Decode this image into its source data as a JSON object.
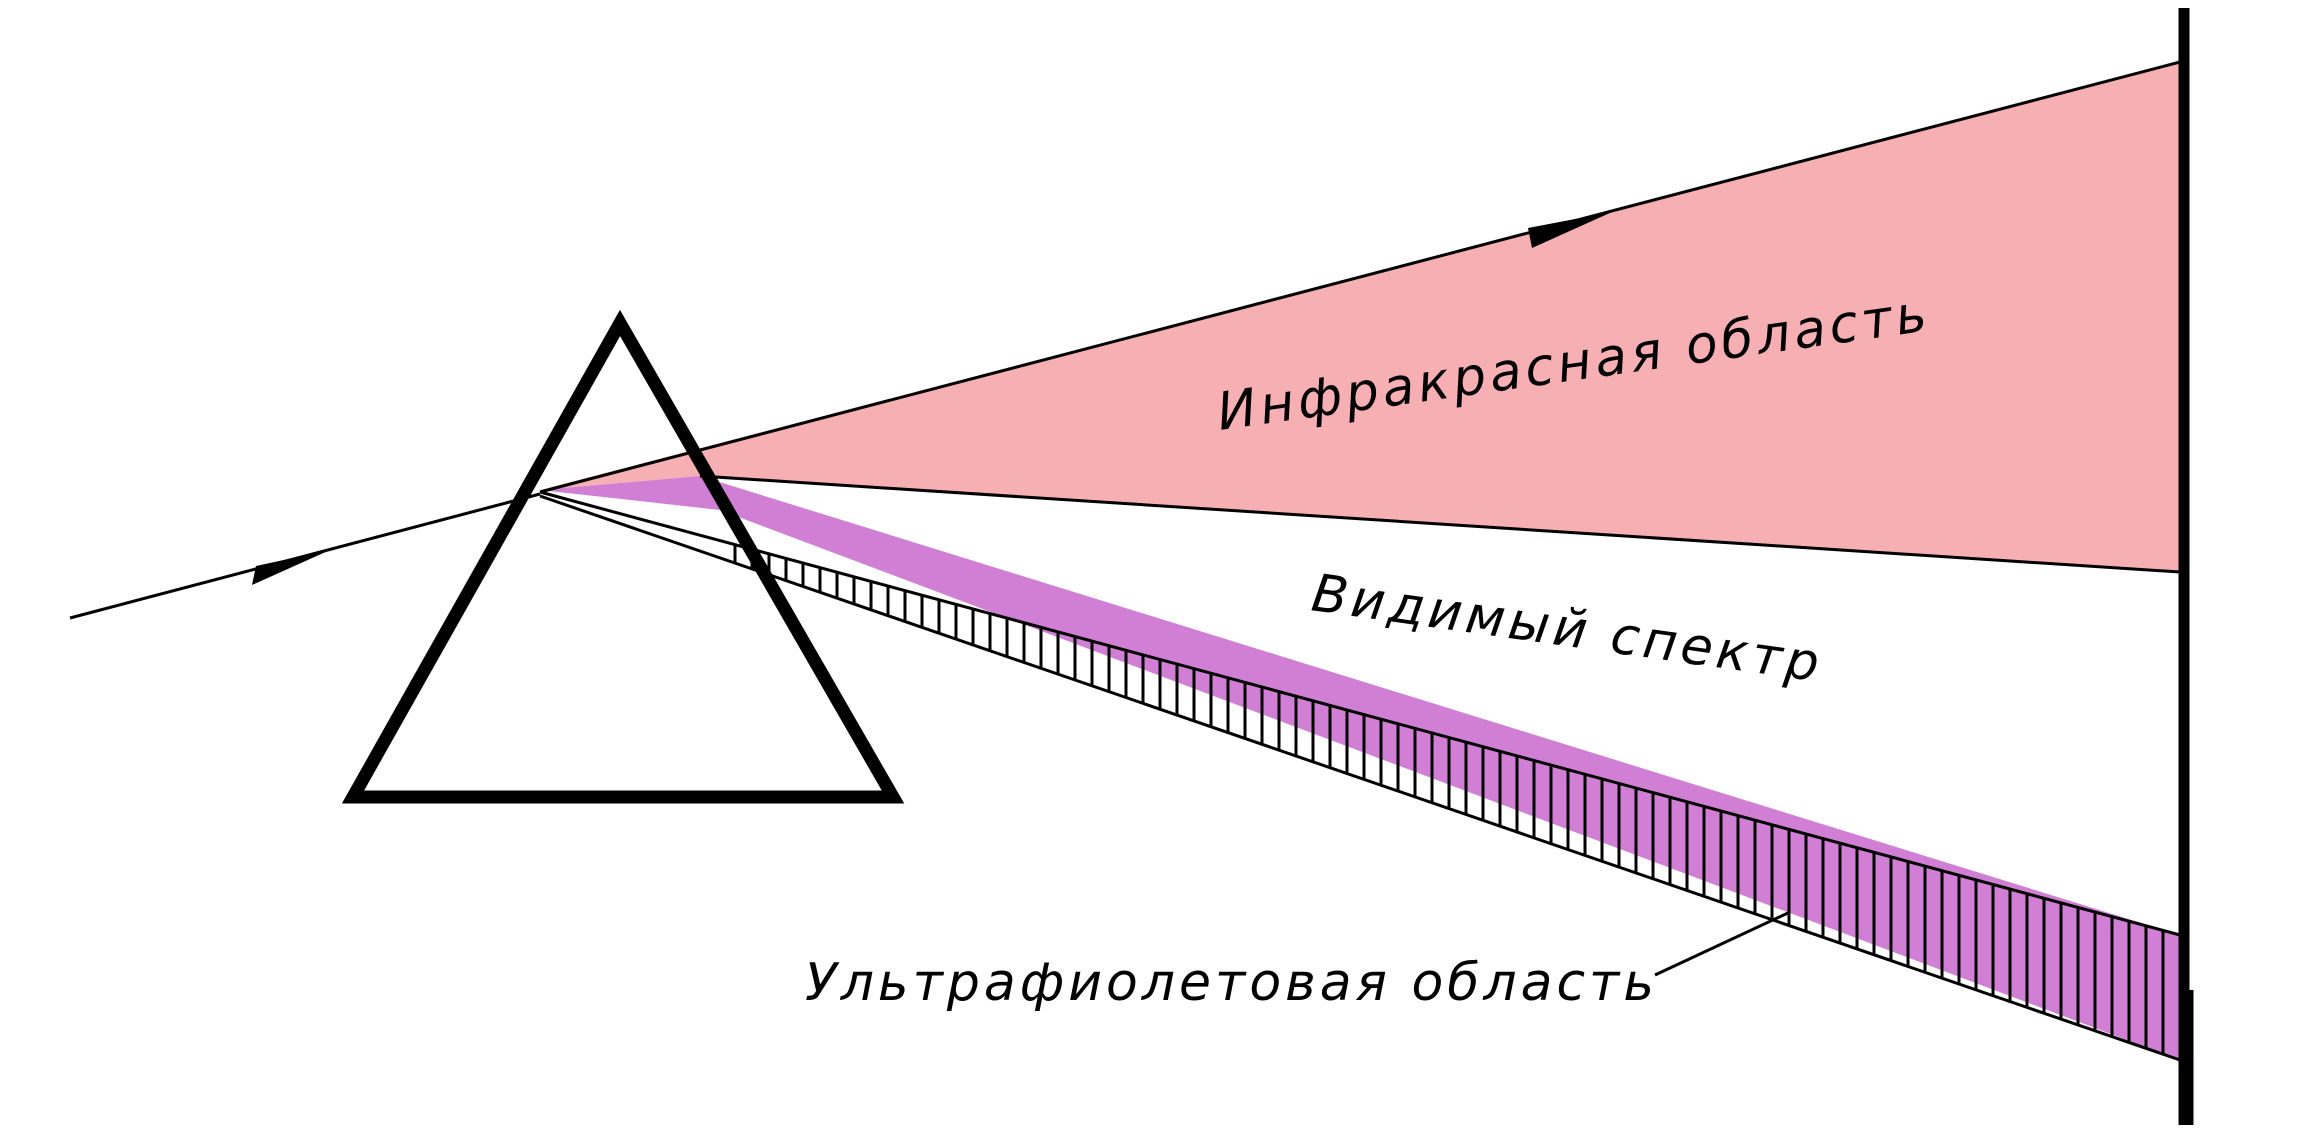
{
  "diagram": {
    "labels": {
      "infrared": "Инфракрасная область",
      "visible": "Видимый спектр",
      "ultraviolet": "Ультрафиолетовая область"
    },
    "colors": {
      "infrared_fill": "#f6afb3",
      "ultraviolet_fill": "#d07fd5",
      "ink": "#000000",
      "background": "#ffffff"
    }
  }
}
